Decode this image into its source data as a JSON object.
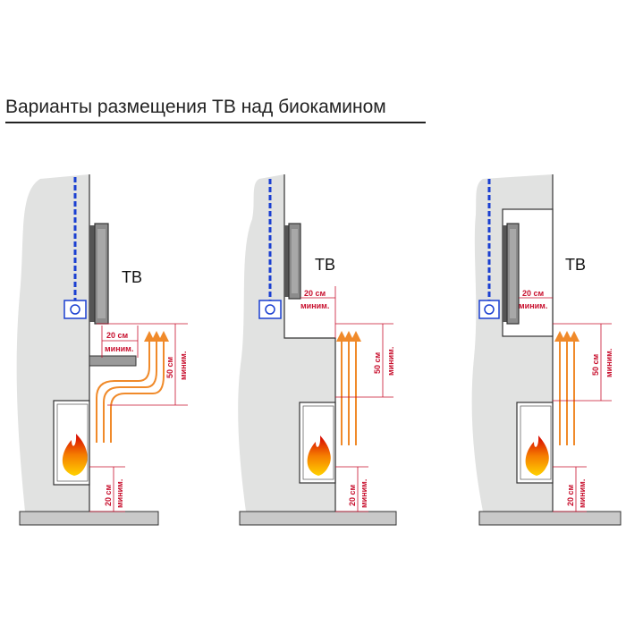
{
  "title": "Варианты размещения ТВ над биокамином",
  "tv_label": "ТВ",
  "dims": {
    "clearance_line1": "20 см",
    "clearance_line2": "миним.",
    "height_line1": "50 см",
    "height_line2": "миним."
  },
  "colors": {
    "wall": "#e1e2e1",
    "outline": "#333333",
    "dimension": "#c8102e",
    "heat_arrow": "#f08a2a",
    "cable": "#1a3fd1"
  },
  "variants": [
    {
      "name": "tv-on-wall-with-shelf"
    },
    {
      "name": "tv-on-wall-with-ledge"
    },
    {
      "name": "tv-in-niche"
    }
  ]
}
